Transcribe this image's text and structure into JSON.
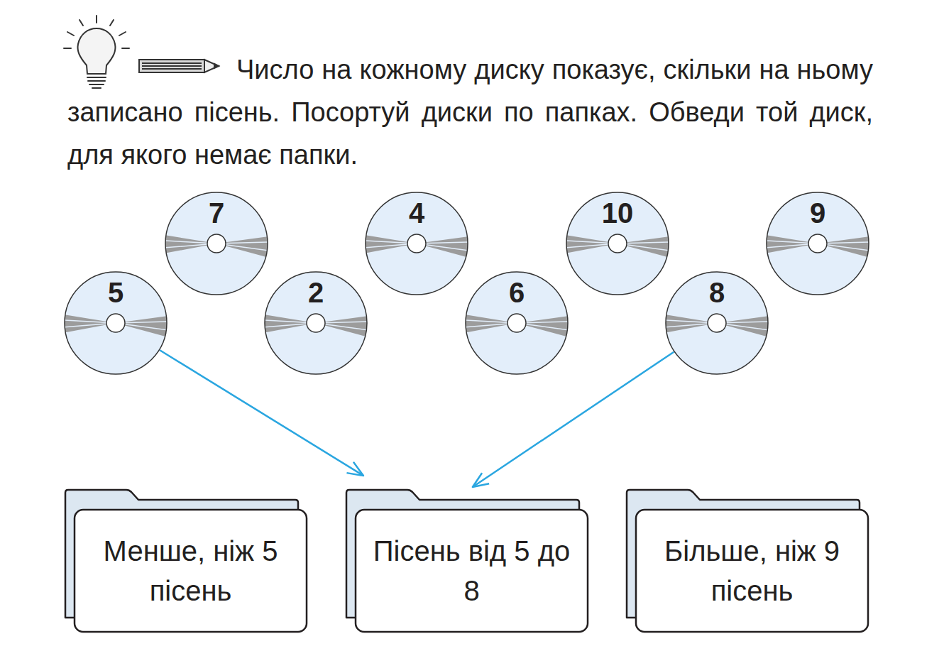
{
  "diagram": {
    "title": "Число на кожному диску показує, скільки на ньому записано пісень. Посортуй диски по папках. Обведи той диск, для якого немає папки.",
    "nodes": [
      {
        "text": [
          "7"
        ]
      },
      {
        "text": [
          "4"
        ]
      },
      {
        "text": [
          "10"
        ]
      },
      {
        "text": [
          "9"
        ]
      },
      {
        "text": [
          "5"
        ]
      },
      {
        "text": [
          "2"
        ]
      },
      {
        "text": [
          "6"
        ]
      },
      {
        "text": [
          "8"
        ]
      },
      {
        "text": [
          "Менше, ніж 5 пісень"
        ]
      },
      {
        "text": [
          "Пісень від 5 до 8"
        ]
      },
      {
        "text": [
          "Більше, ніж 9 пісень"
        ]
      }
    ],
    "edges": [
      {
        "from": 4,
        "to": 9,
        "arrow": "to"
      },
      {
        "from": 7,
        "to": 9,
        "arrow": "to"
      }
    ]
  }
}
